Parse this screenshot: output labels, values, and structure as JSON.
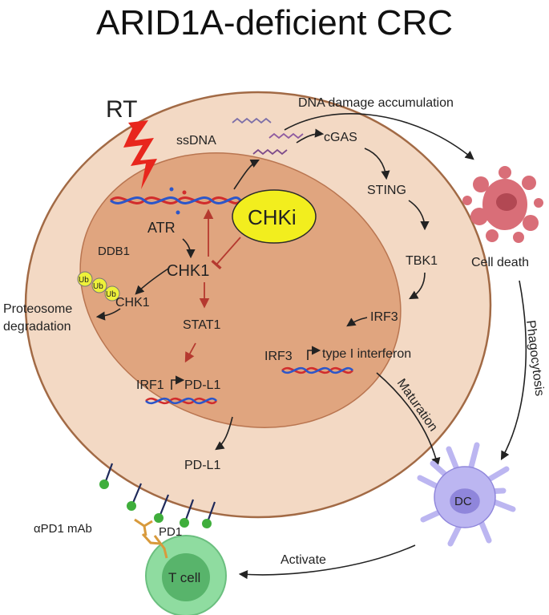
{
  "title": "ARID1A-deficient CRC",
  "colors": {
    "cell_outer": "#f3d9c4",
    "cell_outer_stroke": "#a26a45",
    "nucleus": "#e0a57f",
    "nucleus_stroke": "#b97550",
    "chki_fill": "#f2ee1e",
    "chki_text": "#b0201e",
    "rt_bolt": "#e8261d",
    "inhibit_arrow": "#b5392f",
    "pdl1_ball": "#3fae3c",
    "pdl1_stick": "#1f2a5a",
    "tcell": "#8fdca0",
    "tcell_inner": "#58b46b",
    "dc": "#bcb6f1",
    "dc_inner": "#8f86db",
    "cell_death": "#d96e78",
    "dna_red": "#d12c2c",
    "dna_blue": "#2c56c9",
    "ub": "#eef13a",
    "antibody": "#d89a3c"
  },
  "labels": {
    "rt": "RT",
    "ssdna": "ssDNA",
    "dna_damage": "DNA damage accumulation",
    "cgas": "cGAS",
    "sting": "STING",
    "tbk1": "TBK1",
    "irf3": "IRF3",
    "irf3_promoter": "IRF3",
    "type1_ifn": "type I interferon",
    "atr": "ATR",
    "chki": "CHKi",
    "chk1": "CHK1",
    "ddb1": "DDB1",
    "ub": "Ub",
    "chk1_ub": "CHK1",
    "proteosome": "Proteosome",
    "degradation": "degradation",
    "stat1": "STAT1",
    "irf1": "IRF1",
    "pdl1_nuc": "PD-L1",
    "pdl1": "PD-L1",
    "cell_death": "Cell death",
    "phagocytosis": "Phagocytosis",
    "maturation": "Maturation",
    "dc": "DC",
    "activate": "Activate",
    "apd1": "αPD1 mAb",
    "pd1": "PD1",
    "tcell": "T cell"
  }
}
